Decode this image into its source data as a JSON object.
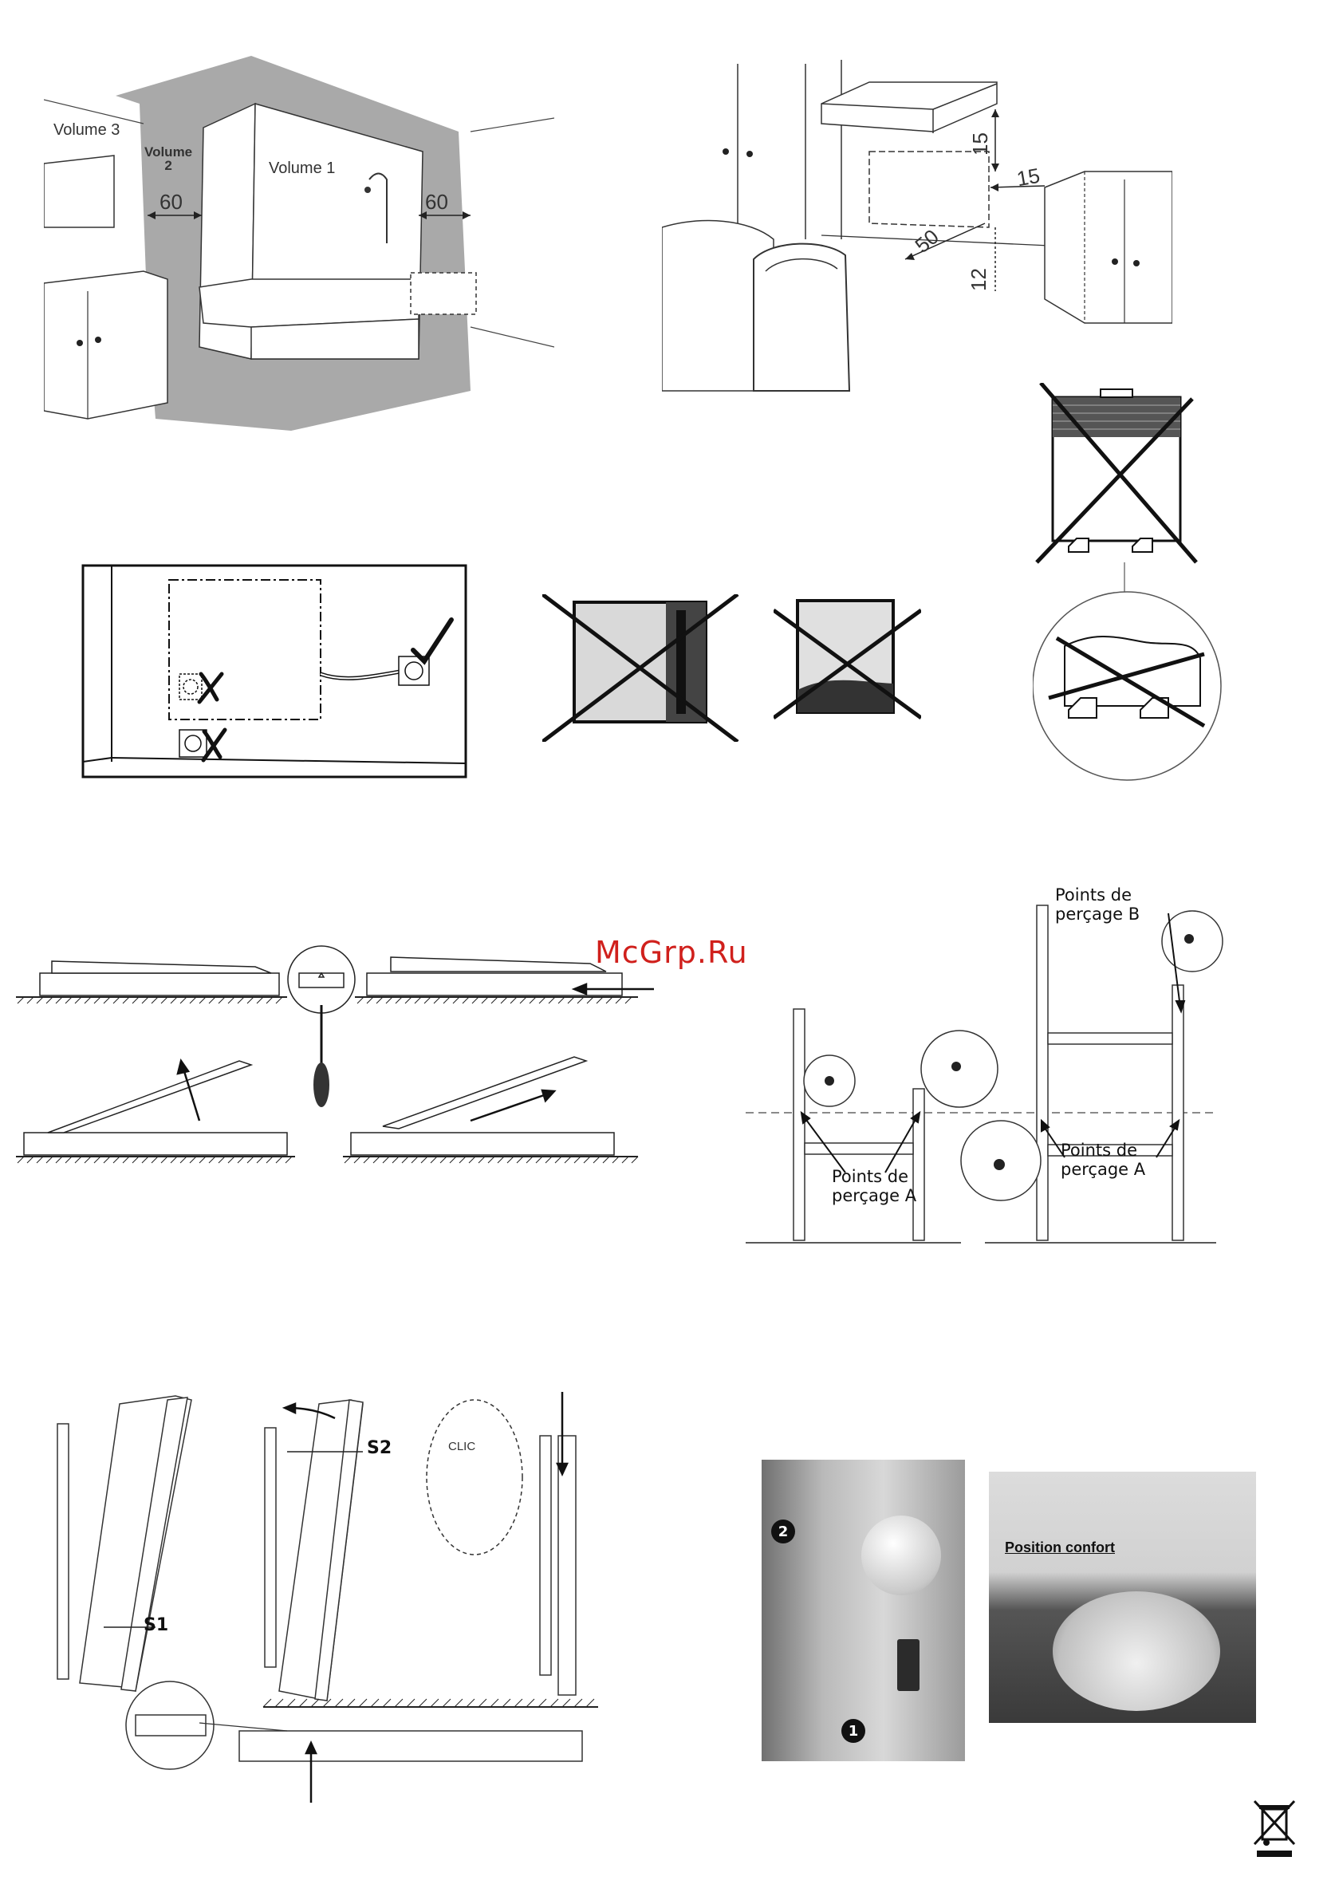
{
  "watermark": "McGrp.Ru",
  "figure_bathroom": {
    "volume3": "Volume 3",
    "volume2_line1": "Volume",
    "volume2_line2": "2",
    "volume1": "Volume 1",
    "dist_left": "60",
    "dist_right": "60"
  },
  "figure_clearances": {
    "top": "15",
    "side": "15",
    "front": "50",
    "bottom": "12"
  },
  "figure_drilling": {
    "points_b_line1": "Points de",
    "points_b_line2": "perçage B",
    "points_a_left_line1": "Points de",
    "points_a_left_line2": "perçage A",
    "points_a_right_line1": "Points de",
    "points_a_right_line2": "perçage A"
  },
  "figure_mounting": {
    "s1": "S1",
    "s2": "S2",
    "clic": "CLIC"
  },
  "figure_controls": {
    "badge_2": "2",
    "badge_1": "1",
    "position_confort": "Position confort"
  },
  "icons": [
    "check-icon",
    "cross-icon",
    "screwdriver-icon",
    "arrow-icon",
    "weee-bin-icon"
  ]
}
